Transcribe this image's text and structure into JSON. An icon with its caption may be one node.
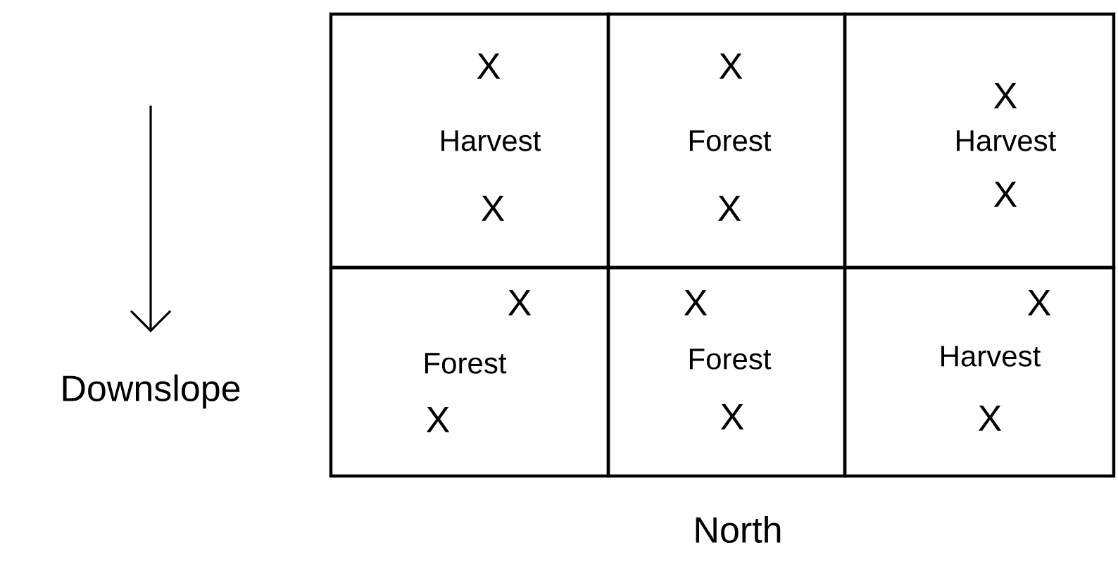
{
  "diagram": {
    "nodes": [
      {
        "text": [
          "X",
          "Harvest",
          "X"
        ]
      },
      {
        "text": [
          "X",
          "Forest",
          "X"
        ]
      },
      {
        "text": [
          "X",
          "Harvest",
          "X"
        ]
      },
      {
        "text": [
          "X",
          "Forest",
          "X"
        ]
      },
      {
        "text": [
          "X",
          "Forest",
          "X"
        ]
      },
      {
        "text": [
          "X",
          "Harvest",
          "X"
        ]
      }
    ],
    "labels": [
      "Downslope",
      "North"
    ]
  }
}
